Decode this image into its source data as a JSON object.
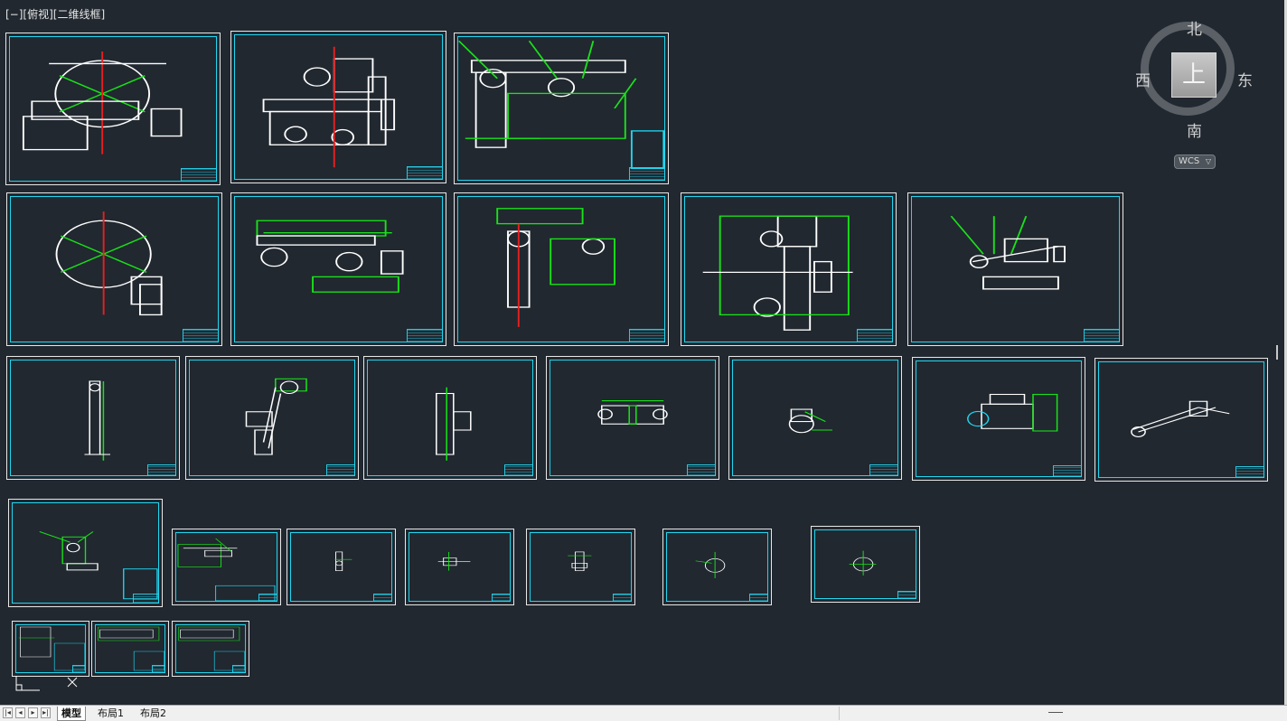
{
  "viewport": {
    "view_label": "[−][俯视][二维线框]"
  },
  "viewcube": {
    "north": "北",
    "south": "南",
    "west": "西",
    "east": "东",
    "face": "上",
    "wcs_label": "WCS",
    "wcs_arrow": "▽"
  },
  "tabs": {
    "model": "模型",
    "layout1": "布局1",
    "layout2": "布局2"
  },
  "colors": {
    "background": "#212830",
    "sheet_border": "#21d6ee",
    "geometry_white": "#ffffff",
    "dimension_green": "#19e219",
    "centerline_red": "#e82020"
  }
}
